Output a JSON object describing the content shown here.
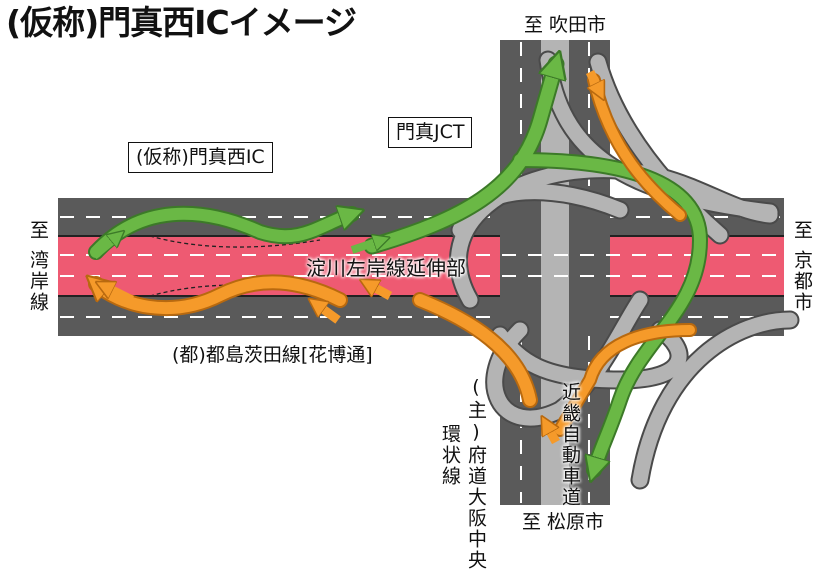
{
  "title": "(仮称)門真西ICイメージ",
  "labels": {
    "ic": "(仮称)門真西IC",
    "jct": "門真JCT",
    "main_road": "淀川左岸線延伸部",
    "local_road": "(都)都島茨田線[花博通]",
    "expressway": "近畿自動車道",
    "ring_road_1": "(主)府道大阪中央",
    "ring_road_2": "環状線"
  },
  "directions": {
    "north": "至 吹田市",
    "south": "至 松原市",
    "west_to": "至",
    "west_place": "湾岸線",
    "east_to": "至",
    "east_place": "京都市"
  },
  "colors": {
    "main_road": "#ee5a72",
    "road": "#5a5a5a",
    "ramp_grey": "#b4b4b4",
    "ramp_green": "#6ab845",
    "ramp_orange": "#f59a2a",
    "lane_mark": "#ffffff"
  },
  "icons": [
    "green-arrow-icon",
    "orange-arrow-icon"
  ]
}
